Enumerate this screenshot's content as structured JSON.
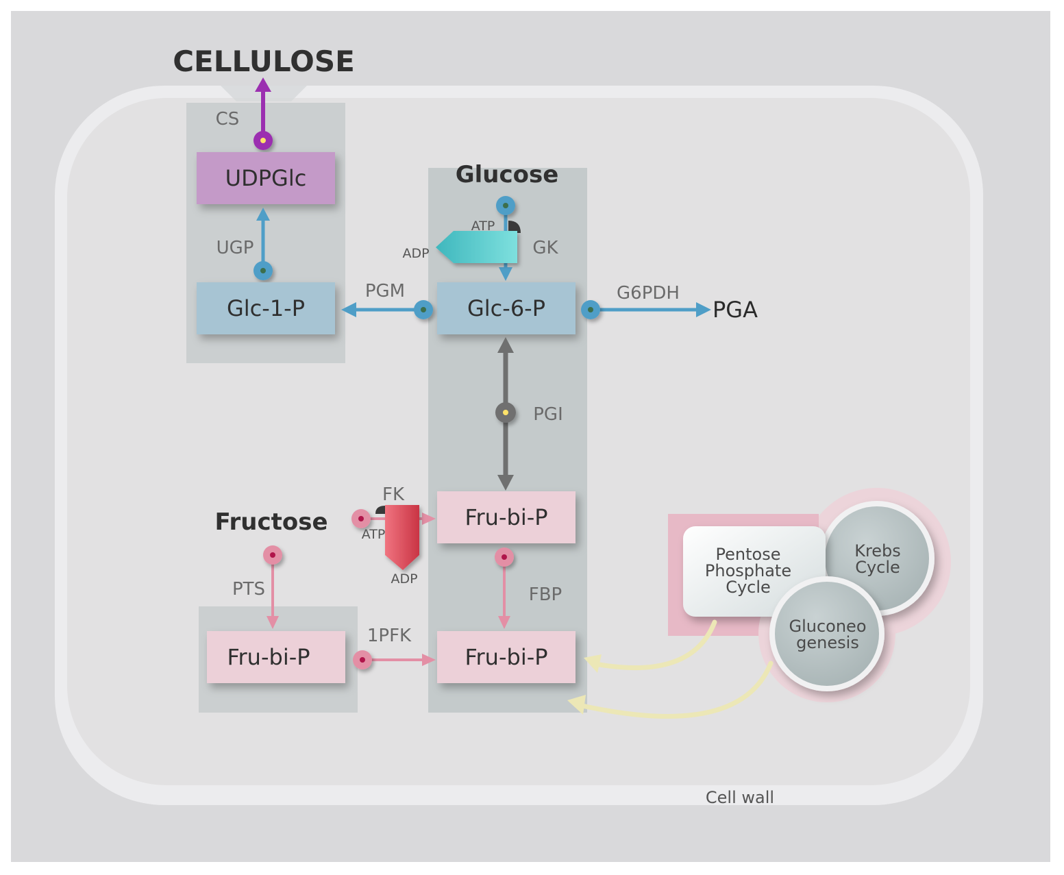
{
  "colors": {
    "background": "#d9d9db",
    "cell_fill": "#e4e3e4",
    "cell_wall": "#ececee",
    "column": "#c0c6c7",
    "blue_box": "#a7c4d3",
    "blue_arrow": "#4f9ec7",
    "purple_box": "#c49ac8",
    "purple_arrow": "#9b2fb0",
    "pink_box": "#ecd0d8",
    "pink_arrow": "#e38fa5",
    "gray_arrow": "#6f7070",
    "teal_ribbon": "#4cc6c8",
    "red_ribbon": "#e34b5c",
    "yellow_arrow": "#ece7b6",
    "cycle_circle": "#b9c3c4"
  },
  "labels": {
    "cellulose": "CELLULOSE",
    "glucose": "Glucose",
    "fructose": "Fructose",
    "pga": "PGA",
    "cell_wall": "Cell wall"
  },
  "metabolites": {
    "udpglc": "UDPGlc",
    "glc1p": "Glc-1-P",
    "glc6p": "Glc-6-P",
    "frubip_top": "Fru-bi-P",
    "frubip_left": "Fru-bi-P",
    "frubip_bottom": "Fru-bi-P"
  },
  "enzymes": {
    "cs": "CS",
    "ugp": "UGP",
    "pgm": "PGM",
    "gk": "GK",
    "g6pdh": "G6PDH",
    "pgi": "PGI",
    "fk": "FK",
    "pts": "PTS",
    "fbp": "FBP",
    "pfk1": "1PFK"
  },
  "cofactors": {
    "gk_atp": "ATP",
    "gk_adp": "ADP",
    "fk_atp": "ATP",
    "fk_adp": "ADP"
  },
  "cycles": {
    "pentose_line1": "Pentose",
    "pentose_line2": "Phosphate",
    "pentose_line3": "Cycle",
    "krebs_line1": "Krebs",
    "krebs_line2": "Cycle",
    "gluconeo_line1": "Gluconeo",
    "gluconeo_line2": "genesis"
  }
}
